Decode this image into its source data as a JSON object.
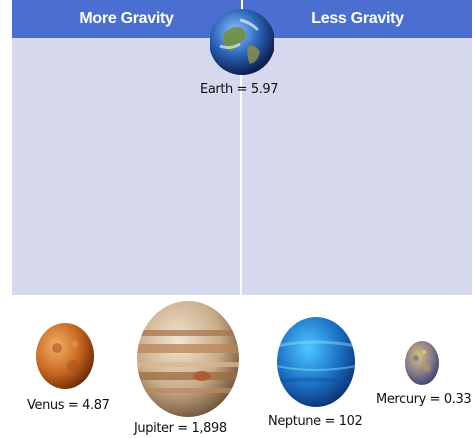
{
  "table": {
    "headers": [
      "More Gravity",
      "Less Gravity"
    ]
  },
  "planets": {
    "earth": {
      "label": "Earth = 5.97",
      "icon": "earth-image"
    },
    "venus": {
      "label": "Venus = 4.87",
      "icon": "venus-image"
    },
    "jupiter": {
      "label": "Jupiter = 1,898",
      "icon": "jupiter-image"
    },
    "neptune": {
      "label": "Neptune = 102",
      "icon": "neptune-image"
    },
    "mercury": {
      "label": "Mercury = 0.33",
      "icon": "mercury-image"
    }
  },
  "colors": {
    "header": "#4a6fd0",
    "table_body": "#d6d9ee"
  }
}
